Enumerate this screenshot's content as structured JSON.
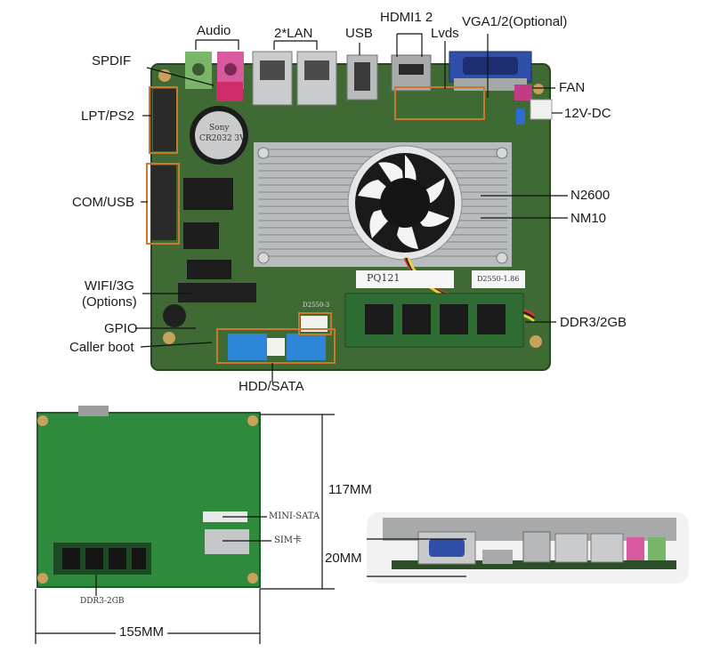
{
  "top_board": {
    "labels": {
      "audio": "Audio",
      "lan": "2*LAN",
      "usb": "USB",
      "hdmi": "HDMI1 2",
      "lvds": "Lvds",
      "vga": "VGA1/2(Optional)",
      "spdif": "SPDIF",
      "lpt_ps2": "LPT/PS2",
      "com_usb": "COM/USB",
      "wifi_3g": "WIFI/3G\n(Options)",
      "gpio": "GPIO",
      "caller_boot": "Caller boot",
      "hdd_sata": "HDD/SATA",
      "fan": "FAN",
      "dc": "12V-DC",
      "cpu": "N2600",
      "chipset": "NM10",
      "ddr": "DDR3/2GB"
    },
    "battery_text": [
      "Sony",
      "CR2032 3V"
    ],
    "board_texts": [
      "PQ121",
      "D2550-1.86",
      "D2550-3"
    ]
  },
  "bottom_board": {
    "labels": {
      "height": "117MM",
      "width": "155MM",
      "mini_sata": "MINI-SATA",
      "sim": "SIM卡",
      "ddr": "DDR3-2GB"
    }
  },
  "side_view": {
    "labels": {
      "thickness": "20MM"
    }
  },
  "colors": {
    "pcb": "#3f6a34",
    "heatsink": "#b9bcbf",
    "highlight": "#c9782c",
    "green_pcb": "#2f8a3d"
  }
}
